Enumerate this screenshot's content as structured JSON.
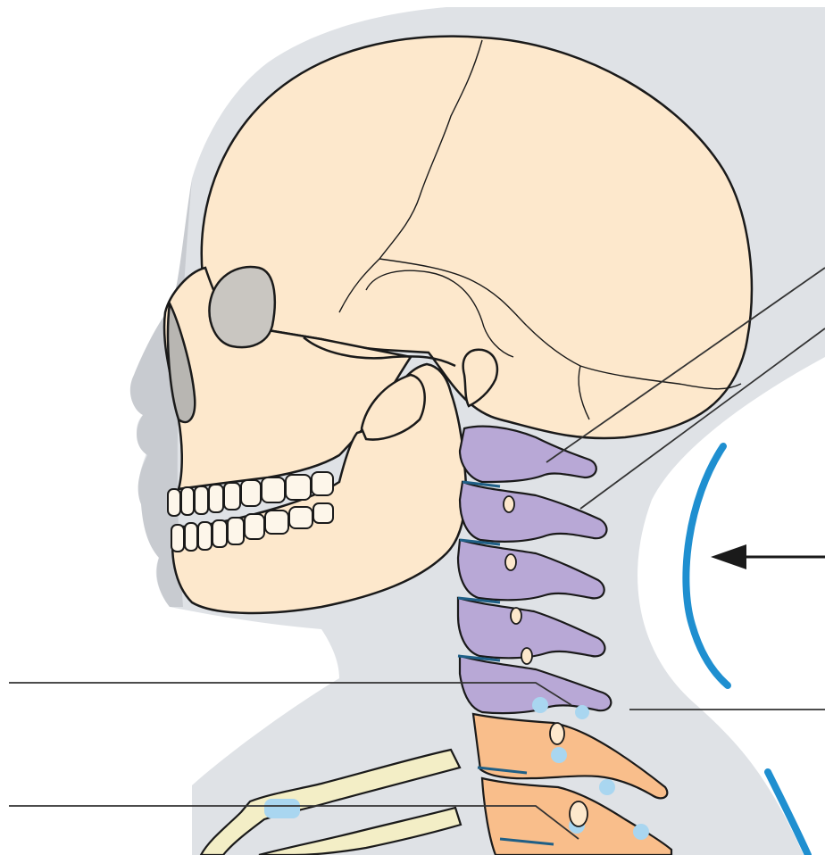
{
  "figure": {
    "colors": {
      "background": "#ffffff",
      "body_silhouette": "#dfe2e6",
      "silhouette_shadow": "#c8cbd0",
      "bone": "#fde8cc",
      "teeth": "#fdf6ea",
      "cervical_vertebrae": "#b8a8d6",
      "thoracic_vertebrae": "#f9be8b",
      "cartilage_highlight": "#a9d6f0",
      "clavicle": "#f3eec6",
      "curve_arc": "#1f8fd0",
      "outline": "#1a1a1a",
      "leader_line": "#333333"
    },
    "icons": [
      "skull",
      "mandible",
      "cervical-vertebrae",
      "thoracic-vertebrae",
      "clavicle",
      "lordotic-curve-arc",
      "arrow"
    ]
  }
}
